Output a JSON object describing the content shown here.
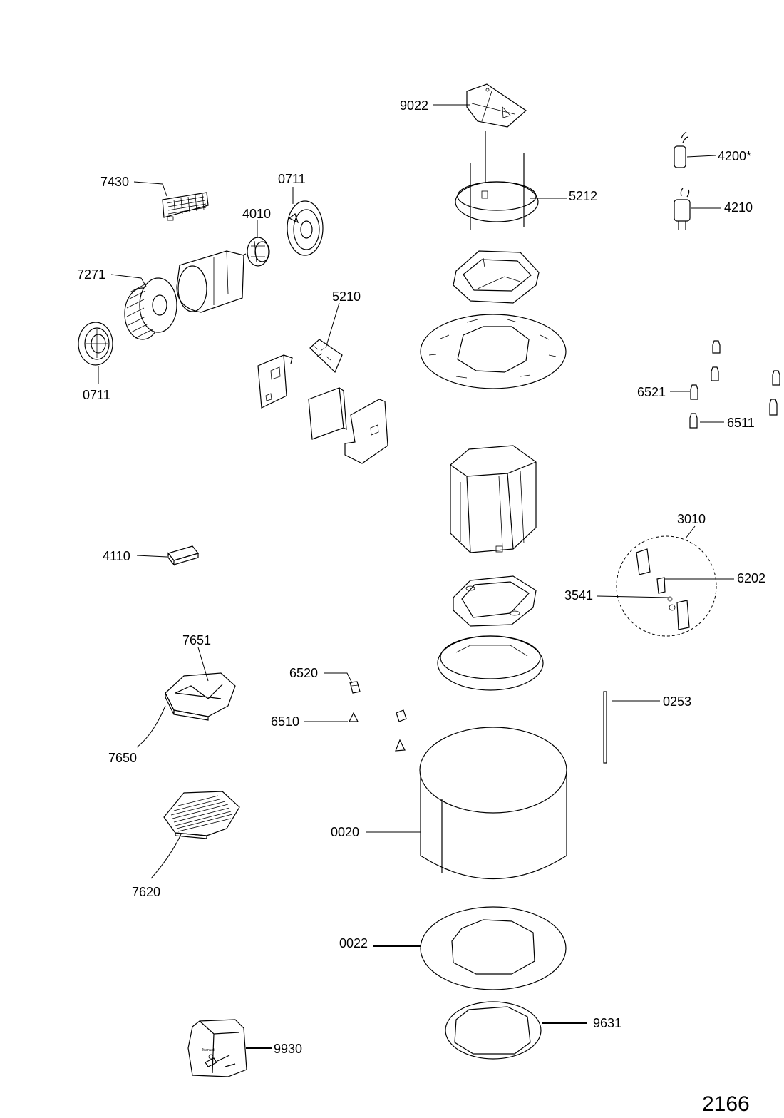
{
  "diagram": {
    "page_number": "2166",
    "bag_print": "Manuali",
    "labels": {
      "p9022": "9022",
      "p5212": "5212",
      "p4200": "4200*",
      "p4210": "4210",
      "p7430": "7430",
      "p0711_top": "0711",
      "p4010": "4010",
      "p7271": "7271",
      "p5210": "5210",
      "p0711_bottom": "0711",
      "p6521": "6521",
      "p6511": "6511",
      "p3010": "3010",
      "p6202": "6202",
      "p3541": "3541",
      "p4110": "4110",
      "p7651": "7651",
      "p6520": "6520",
      "p6510": "6510",
      "p0253": "0253",
      "p7650": "7650",
      "p0020": "0020",
      "p7620": "7620",
      "p0022": "0022",
      "p9631": "9631",
      "p9930": "9930"
    }
  }
}
